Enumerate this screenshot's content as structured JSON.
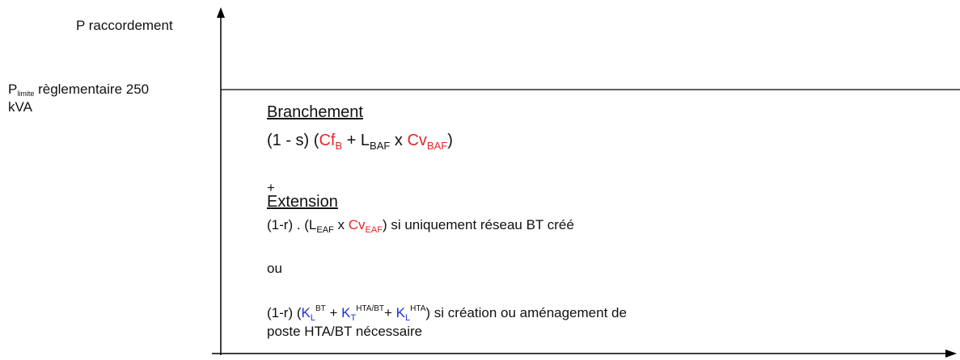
{
  "y_axis_label": "P raccordement",
  "threshold_label": {
    "p": "P",
    "sub": "limite",
    "text": " règlementaire 250",
    "line2": "kVA"
  },
  "branchement": {
    "title": "Branchement",
    "formula": {
      "t1": "(1 - s) (",
      "cf": "Cf",
      "cf_sub": "B",
      "t2": " + L",
      "l_sub": "BAF",
      "t3": " x ",
      "cv": "Cv",
      "cv_sub": "BAF",
      "t4": ")"
    }
  },
  "plus": "+",
  "extension": {
    "title": "Extension",
    "formula": {
      "t1": "(1-r) . (L",
      "l_sub": "EAF",
      "t2": " x ",
      "cv": "Cv",
      "cv_sub": "EAF",
      "t3": ") si uniquement réseau BT créé"
    }
  },
  "ou": "ou",
  "alternative": {
    "t1": " (1-r) (",
    "kl1": "K",
    "kl1_sub": "L",
    "kl1_sup": "BT",
    "plus1": " + ",
    "kt": "K",
    "kt_sub": "T",
    "kt_sup": "HTA/BT",
    "plus2": "+ ",
    "kl2": "K",
    "kl2_sub": "L",
    "kl2_sup": "HTA",
    "t2": ")  si création ou aménagement de",
    "line2": "poste HTA/BT nécessaire"
  },
  "colors": {
    "red": "#e8242a",
    "blue": "#1f2fd6",
    "text": "#111111"
  }
}
